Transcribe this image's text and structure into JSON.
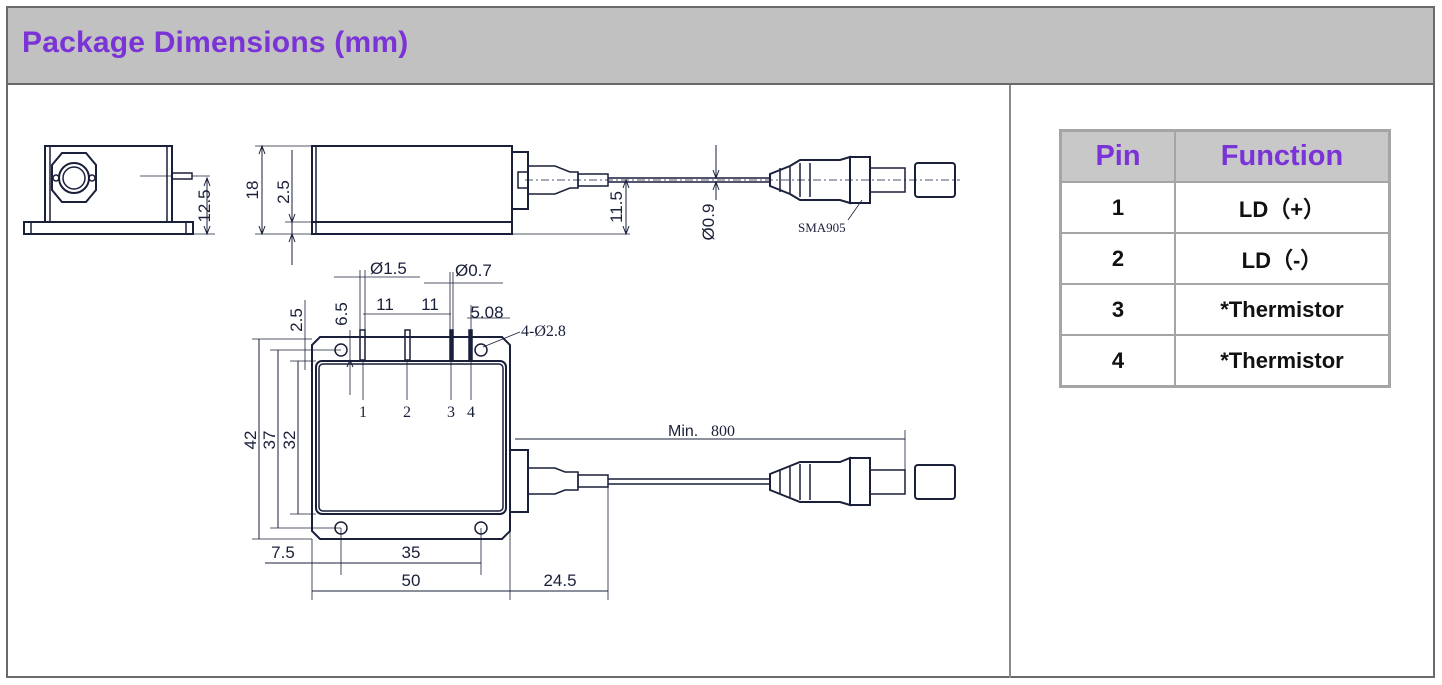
{
  "header": {
    "title": "Package Dimensions (mm)"
  },
  "drawing": {
    "side_view": {
      "dim_height": "12.5"
    },
    "front_view": {
      "dim_height": "18",
      "dim_base": "2.5",
      "dim_fiber_height": "11.5",
      "dim_fiber_dia": "Ø0.9",
      "connector_label": "SMA905"
    },
    "top_view": {
      "pin_dia": "Ø1.5",
      "pin_dia_small": "Ø0.7",
      "pin_pitch_1": "11",
      "pin_pitch_2": "11",
      "pin_pitch_3": "5.08",
      "mount_holes": "4-Ø2.8",
      "pin_length": "6.5",
      "edge_offset": "2.5",
      "height_total": "42",
      "height_holes": "37",
      "height_inner": "32",
      "hole_offset": "7.5",
      "hole_spacing": "35",
      "width_total": "50",
      "boot_length": "24.5",
      "fiber_length_label": "Min.",
      "fiber_length_value": "800",
      "pin_labels": [
        "1",
        "2",
        "3",
        "4"
      ]
    }
  },
  "pin_table": {
    "headers": [
      "Pin",
      "Function"
    ],
    "rows": [
      {
        "pin": "1",
        "function": "LD（+）"
      },
      {
        "pin": "2",
        "function": "LD（-）"
      },
      {
        "pin": "3",
        "function": "*Thermistor"
      },
      {
        "pin": "4",
        "function": "*Thermistor"
      }
    ]
  },
  "colors": {
    "title": "#7a33d6",
    "header_bg": "#c1c1c1",
    "line": "#1a1f3a"
  }
}
